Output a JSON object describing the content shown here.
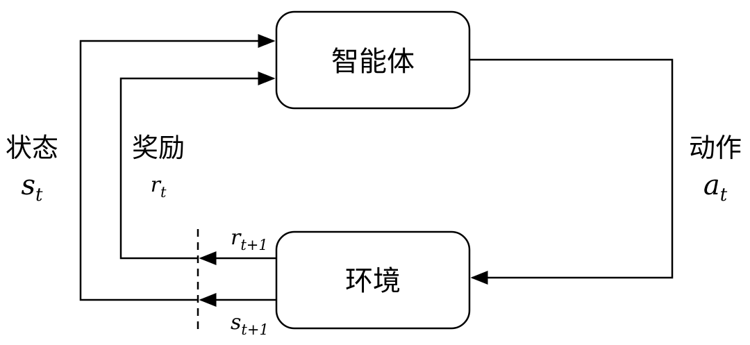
{
  "nodes": {
    "agent": "智能体",
    "environment": "环境"
  },
  "labels": {
    "state": {
      "name": "状态",
      "symbol": "s",
      "subscript": "t"
    },
    "reward": {
      "name": "奖励",
      "symbol": "r",
      "subscript": "t"
    },
    "action": {
      "name": "动作",
      "symbol": "a",
      "subscript": "t"
    },
    "next_reward": {
      "symbol": "r",
      "subscript": "t+1"
    },
    "next_state": {
      "symbol": "s",
      "subscript": "t+1"
    }
  }
}
